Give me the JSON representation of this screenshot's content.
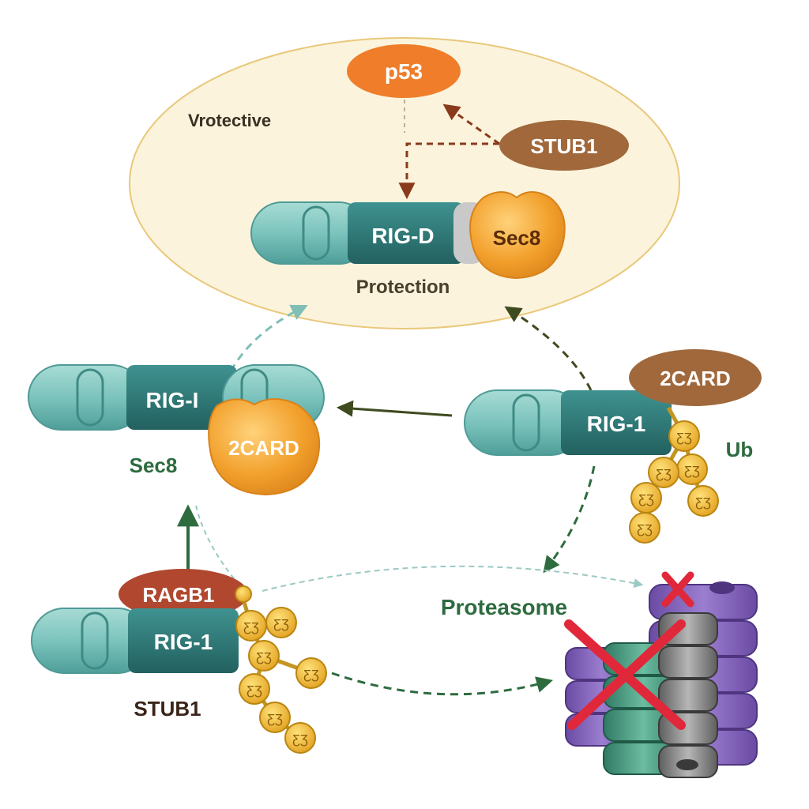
{
  "region": {
    "label_top": "Vrotective",
    "label_bottom": "Protection"
  },
  "top_complex": {
    "p53": "p53",
    "stub1": "STUB1",
    "rig": "RIG-D",
    "sec8": "Sec8"
  },
  "left_complex": {
    "rig": "RIG-I",
    "card": "2CARD",
    "caption": "Sec8"
  },
  "right_complex": {
    "card": "2CARD",
    "rig": "RIG-1",
    "ub_label": "Ub"
  },
  "bottom_left_complex": {
    "ligase": "RAGB1",
    "rig": "RIG-1",
    "caption": "STUB1"
  },
  "proteasome": {
    "label": "Proteasome"
  },
  "ub_glyph": "ƸƷ",
  "colors": {
    "region_fill": "#fbf3dc",
    "region_stroke": "#e9c87a",
    "rig_light": "#7cc3bd",
    "rig_dark": "#2f7d7c",
    "sec8": "#f2a02c",
    "p53": "#ef7d2a",
    "stub1": "#a0683b",
    "ragb1": "#b0472e",
    "ub": "#f0b731",
    "green_arrow": "#2e6b3f",
    "teal_arrow": "#7fbfb6",
    "dark_arrow": "#3f4a1f",
    "brown_arrow": "#8a3b1c",
    "purple": "#7b5bb0",
    "red_cross": "#e0283a"
  }
}
